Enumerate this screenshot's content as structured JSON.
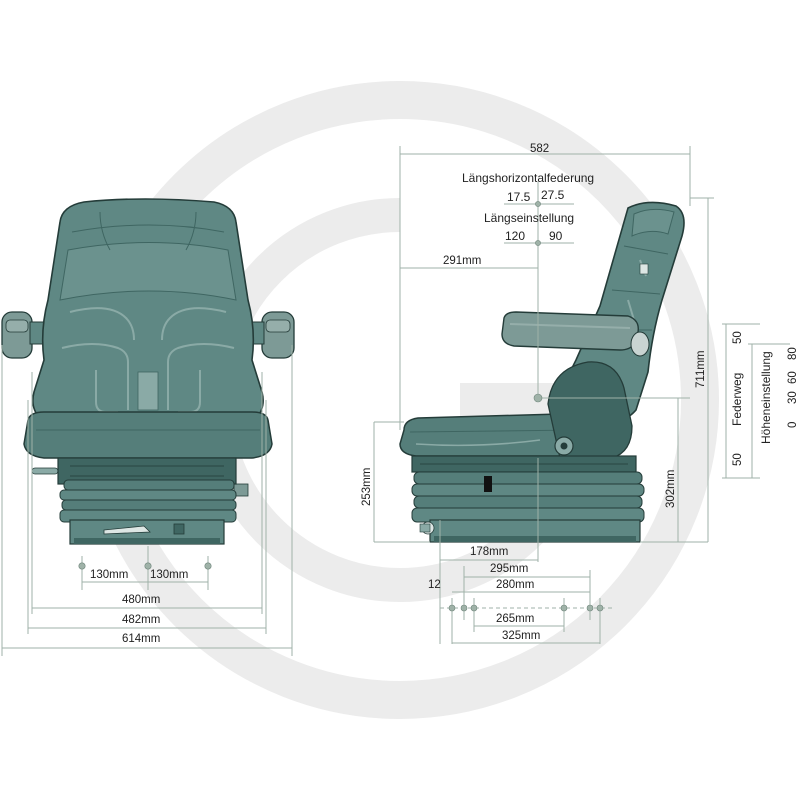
{
  "colors": {
    "seat_fill": "#5f8884",
    "seat_dark": "#3f6662",
    "seat_outline": "#243c39",
    "dim_line": "#9fb2a8",
    "watermark": "#ececec"
  },
  "front_view": {
    "dims": {
      "bolt_left": "130mm",
      "bolt_right": "130mm",
      "w480": "480mm",
      "w482": "482mm",
      "w614": "614mm"
    }
  },
  "side_view": {
    "dims": {
      "d582": "582",
      "d291": "291mm",
      "d253": "253mm",
      "d302": "302mm",
      "d711": "711mm",
      "d178": "178mm",
      "d295": "295mm",
      "d12": "12",
      "d280": "280mm",
      "d265": "265mm",
      "d325": "325mm"
    },
    "horizontal_suspension": {
      "label": "Längshorizontalfederung",
      "left": "17.5",
      "right": "27.5"
    },
    "fore_aft": {
      "label": "Längseinstellung",
      "left": "120",
      "right": "90"
    },
    "suspension_travel": {
      "label": "Federweg",
      "top": "50",
      "bottom": "50"
    },
    "height_adjustment": {
      "label": "Höheneinstellung",
      "values": [
        "0",
        "30",
        "60",
        "80"
      ]
    }
  }
}
